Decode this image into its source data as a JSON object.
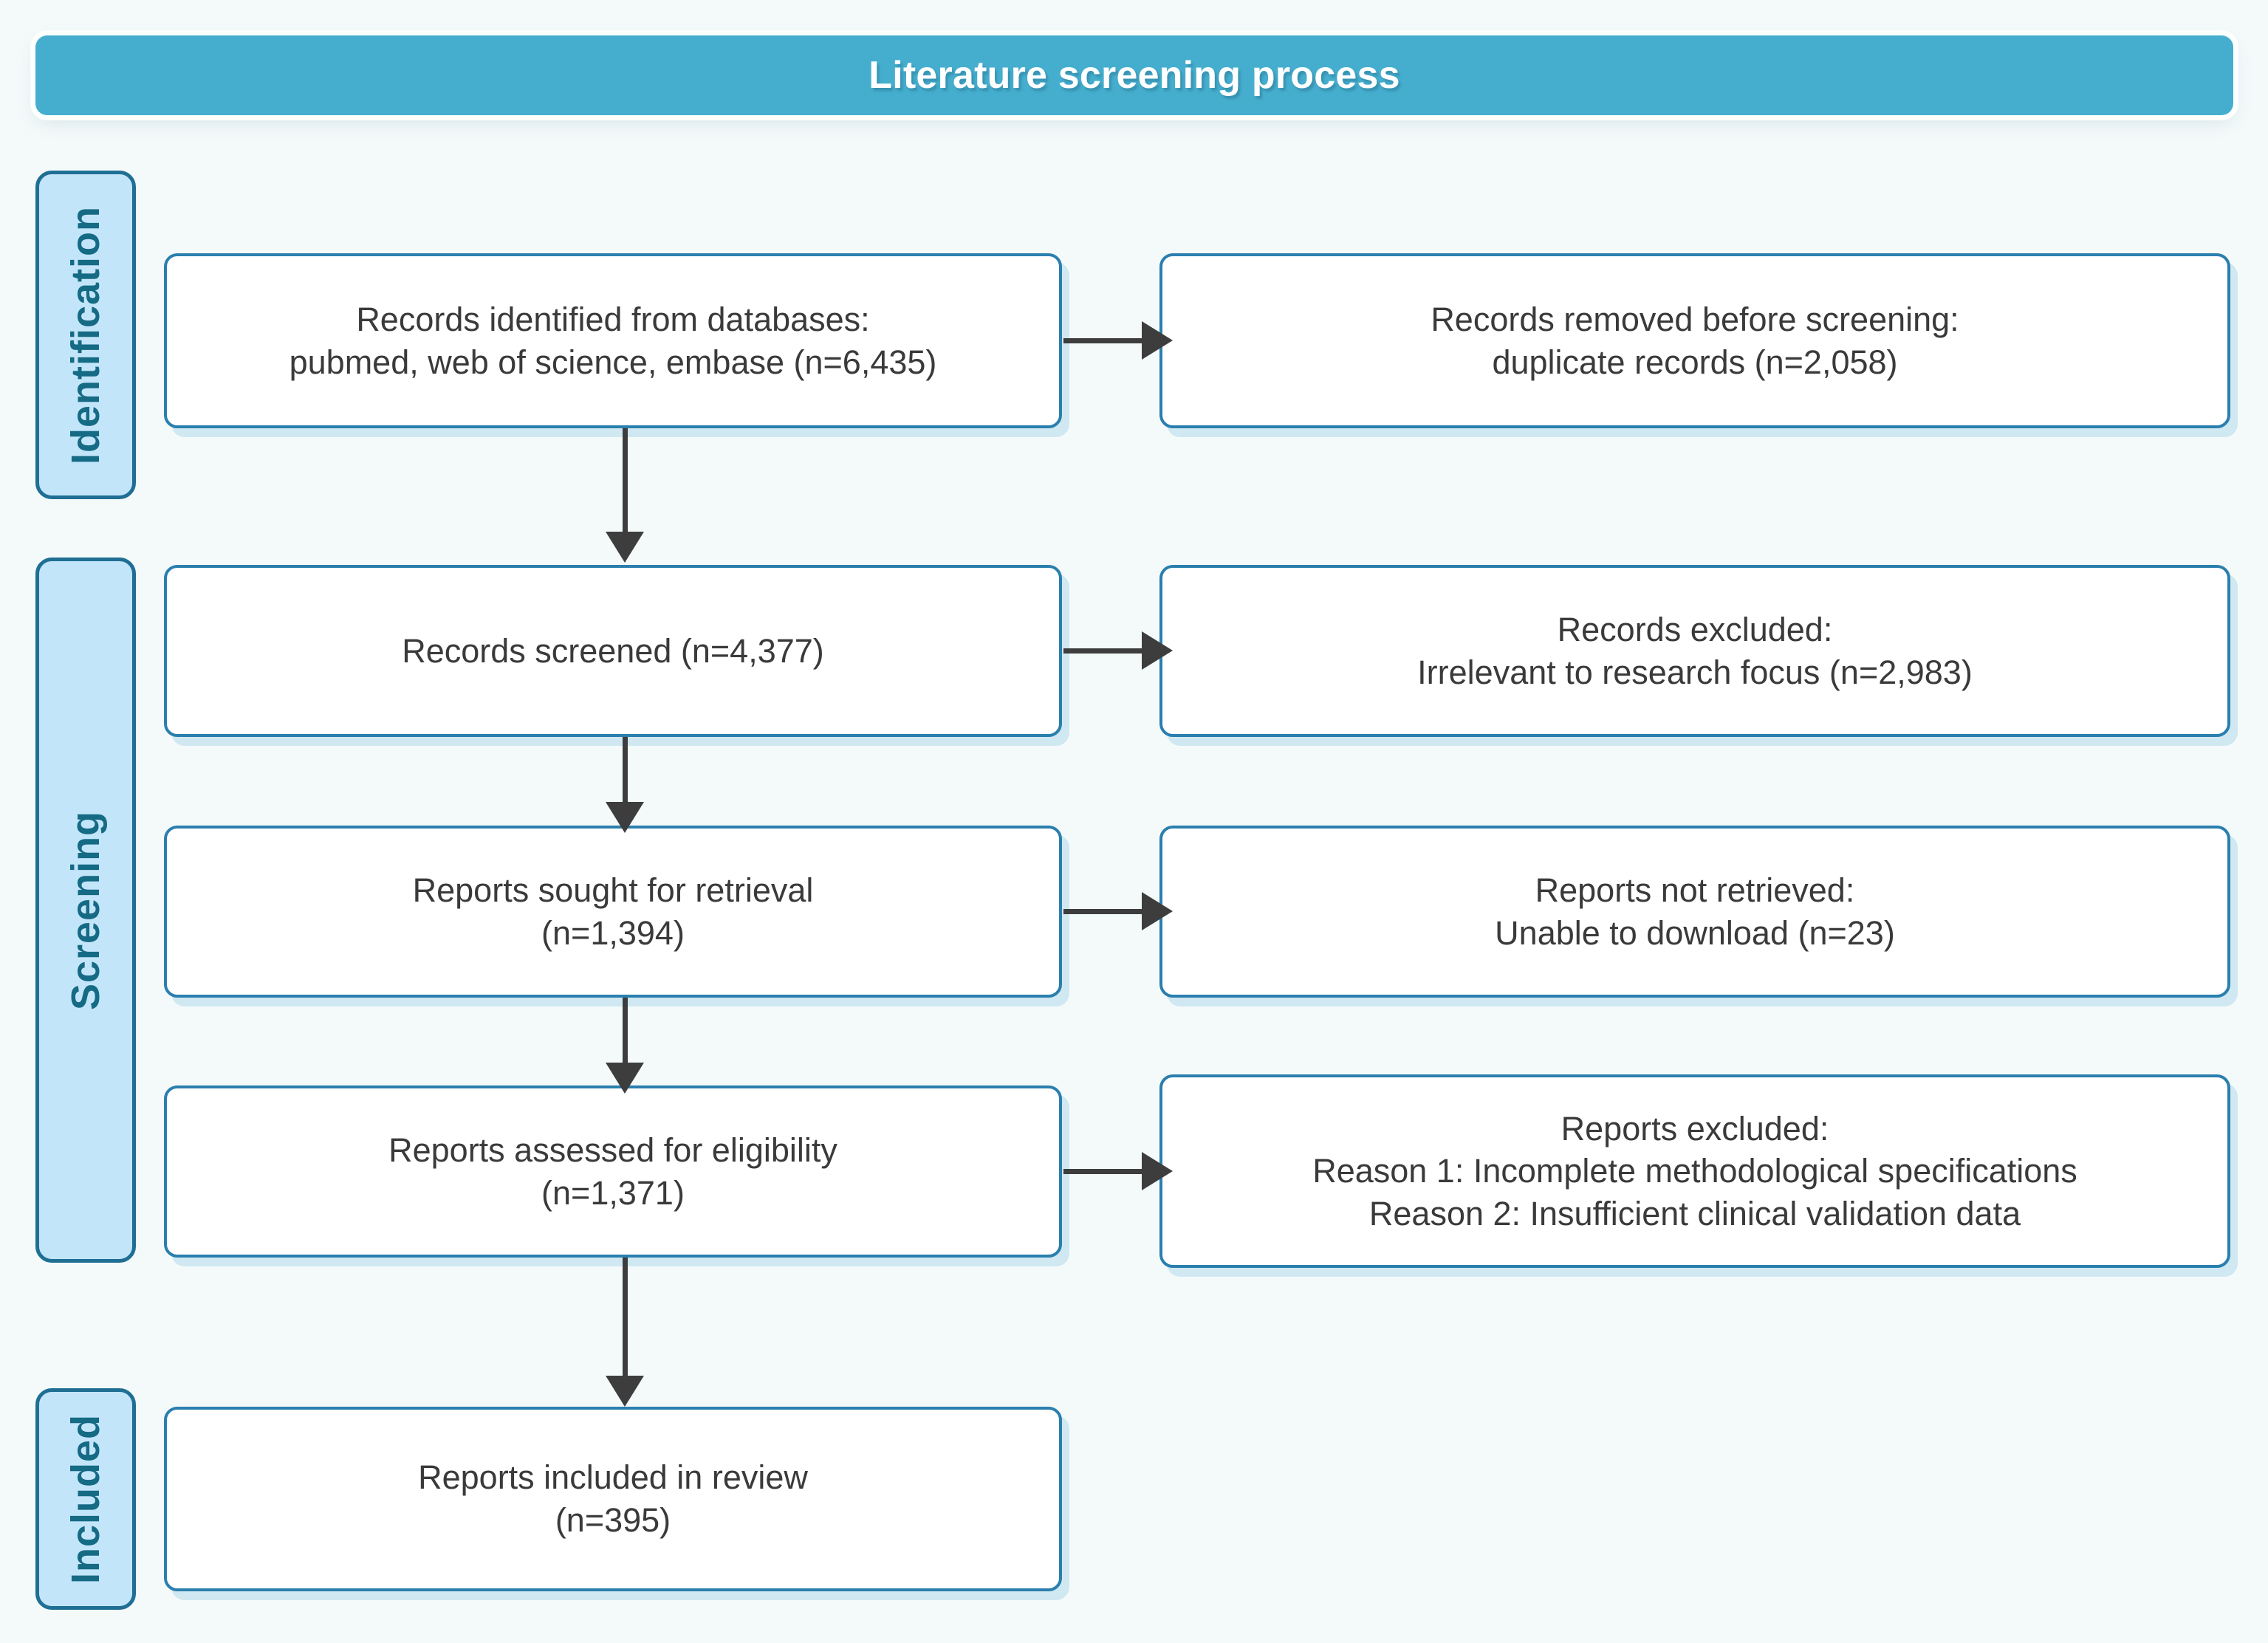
{
  "header": {
    "title": "Literature screening process",
    "background_color": "#45aece",
    "text_color": "#ffffff"
  },
  "theme": {
    "page_background": "#f4fafa",
    "box_border": "#2a7fae",
    "box_fill": "#ffffff",
    "stage_fill": "#c3e5fa",
    "stage_border": "#1f6f94",
    "stage_text": "#156a84",
    "arrow_color": "#3d3d3d",
    "body_text": "#3a3a3a"
  },
  "stages": [
    {
      "id": "identification",
      "label": "Identification"
    },
    {
      "id": "screening",
      "label": "Screening"
    },
    {
      "id": "included",
      "label": "Included"
    }
  ],
  "flow": {
    "identified": "Records identified from databases:\npubmed, web of science, embase (n=6,435)",
    "removed": "Records removed before screening:\nduplicate records (n=2,058)",
    "screened": "Records screened (n=4,377)",
    "excluded_screening": "Records excluded:\nIrrelevant to research focus (n=2,983)",
    "sought": "Reports sought for retrieval\n(n=1,394)",
    "not_retrieved": "Reports not retrieved:\nUnable to download (n=23)",
    "assessed": "Reports assessed for eligibility\n(n=1,371)",
    "excluded_eligibility": "Reports excluded:\nReason 1: Incomplete methodological specifications\nReason 2: Insufficient clinical validation data",
    "included": "Reports included in review\n(n=395)"
  },
  "counts": {
    "identified": 6435,
    "duplicates_removed": 2058,
    "screened": 4377,
    "excluded_irrelevant": 2983,
    "sought_for_retrieval": 1394,
    "not_retrieved": 23,
    "assessed_for_eligibility": 1371,
    "included_in_review": 395
  }
}
